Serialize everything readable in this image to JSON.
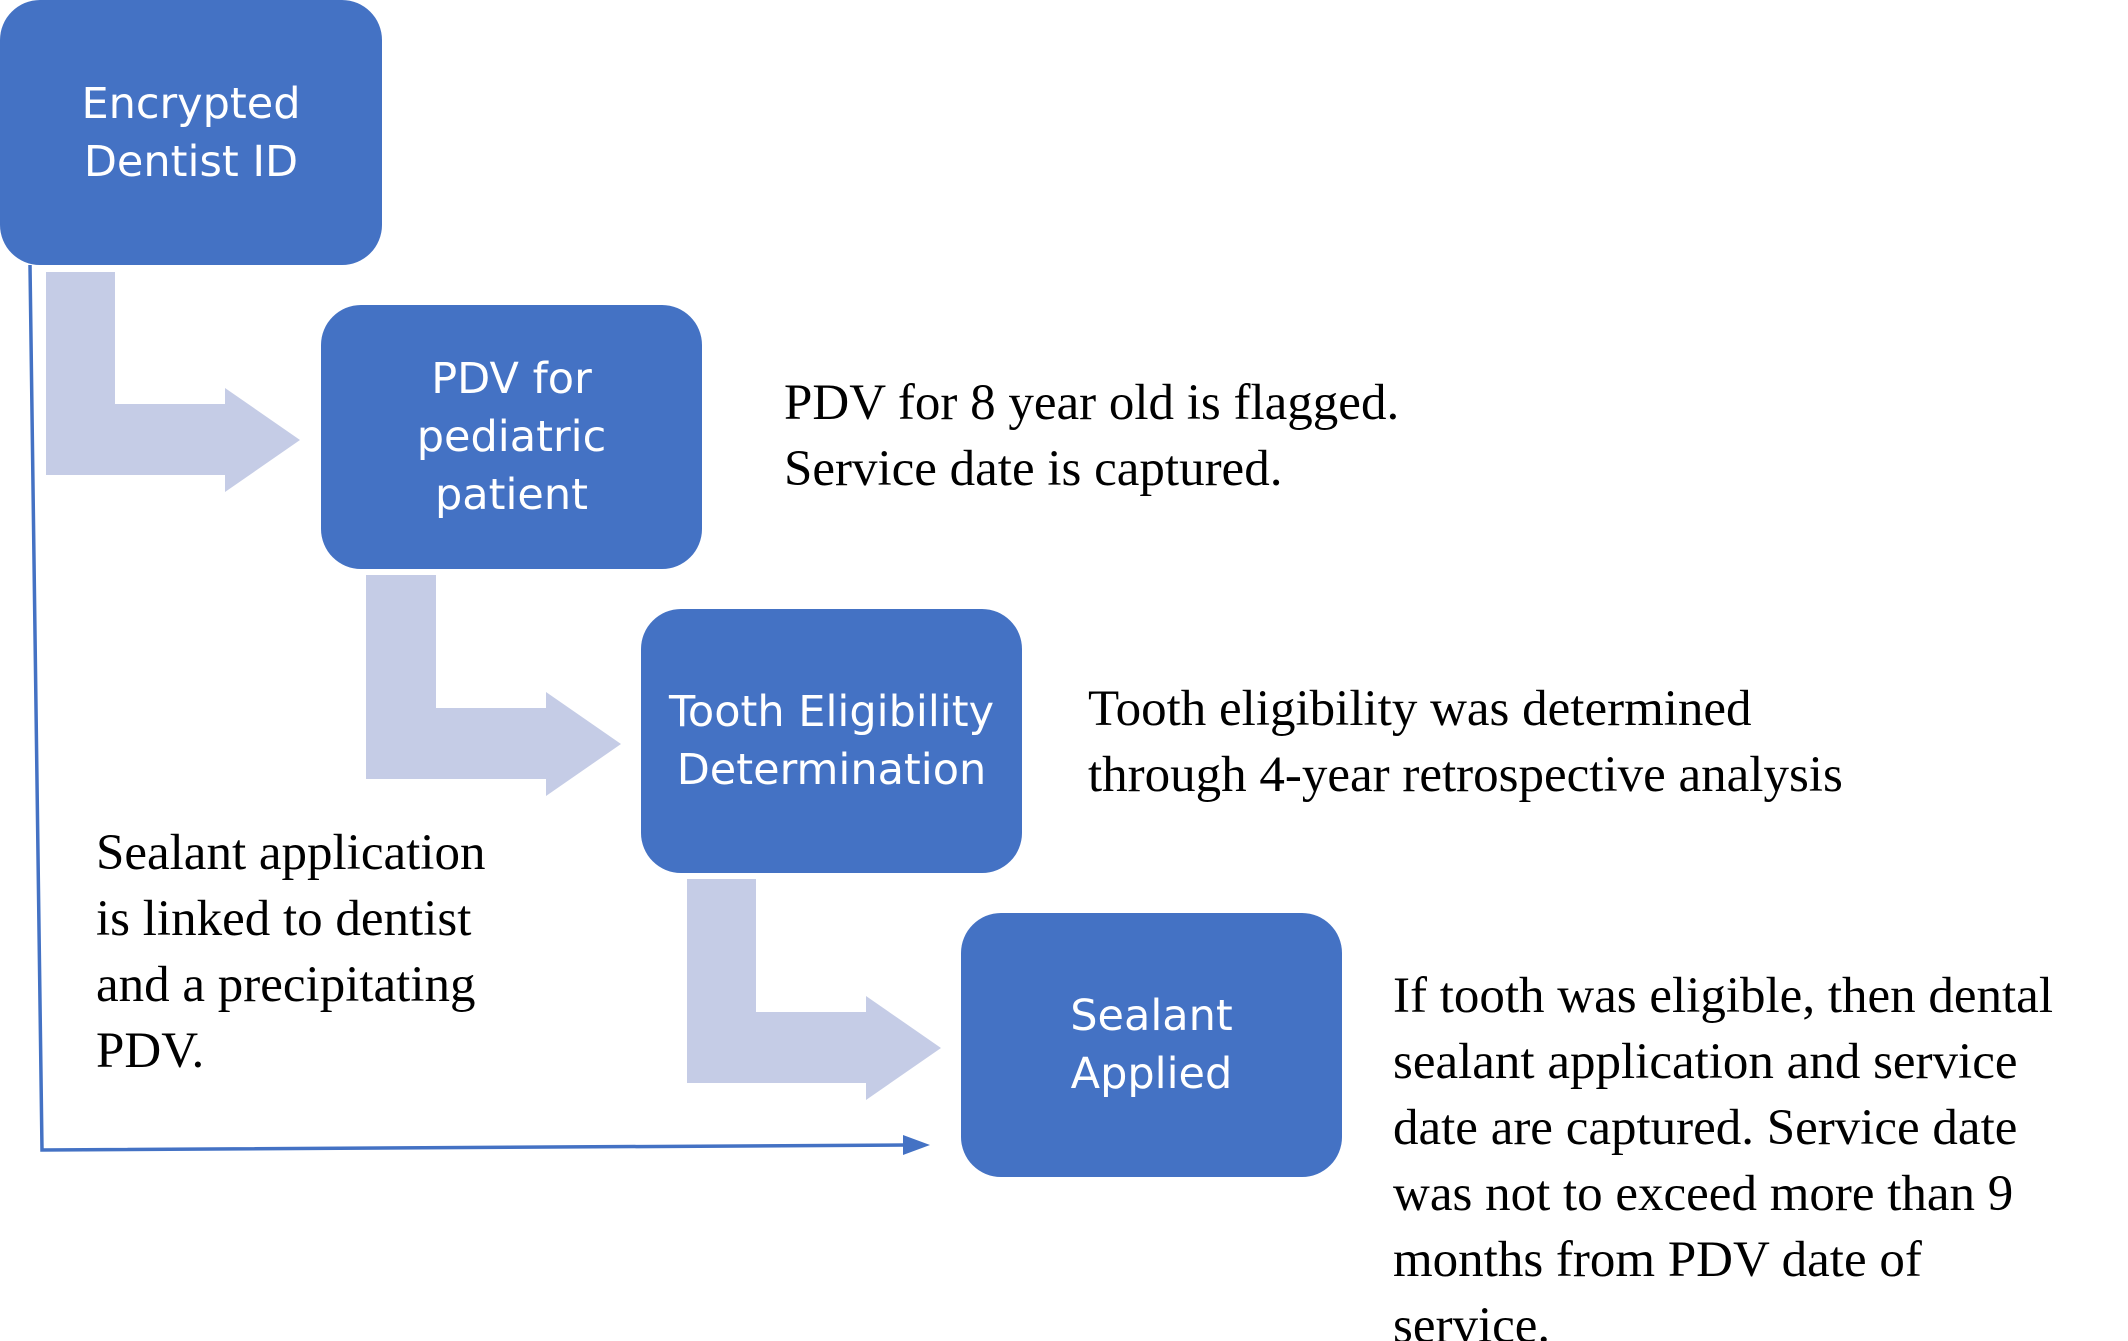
{
  "boxes": {
    "dentist": "Encrypted\nDentist ID",
    "pdv": "PDV for\npediatric\npatient",
    "tooth": "Tooth Eligibility\nDetermination",
    "sealant": "Sealant\nApplied"
  },
  "notes": {
    "pdv": "PDV for 8 year old is flagged.\nService date is captured.",
    "tooth": "Tooth eligibility was determined\nthrough 4-year retrospective analysis",
    "sealant": "If tooth was eligible, then dental\nsealant application and service\ndate are captured.  Service date\nwas not to exceed more than 9\nmonths from PDV date of\nservice.",
    "link": "Sealant application\nis linked to dentist\nand a precipitating\nPDV."
  },
  "colors": {
    "box_fill": "#4472C4",
    "bent_arrow_fill": "#C5CCE6",
    "link_line": "#4472C4",
    "text": "#000000"
  }
}
